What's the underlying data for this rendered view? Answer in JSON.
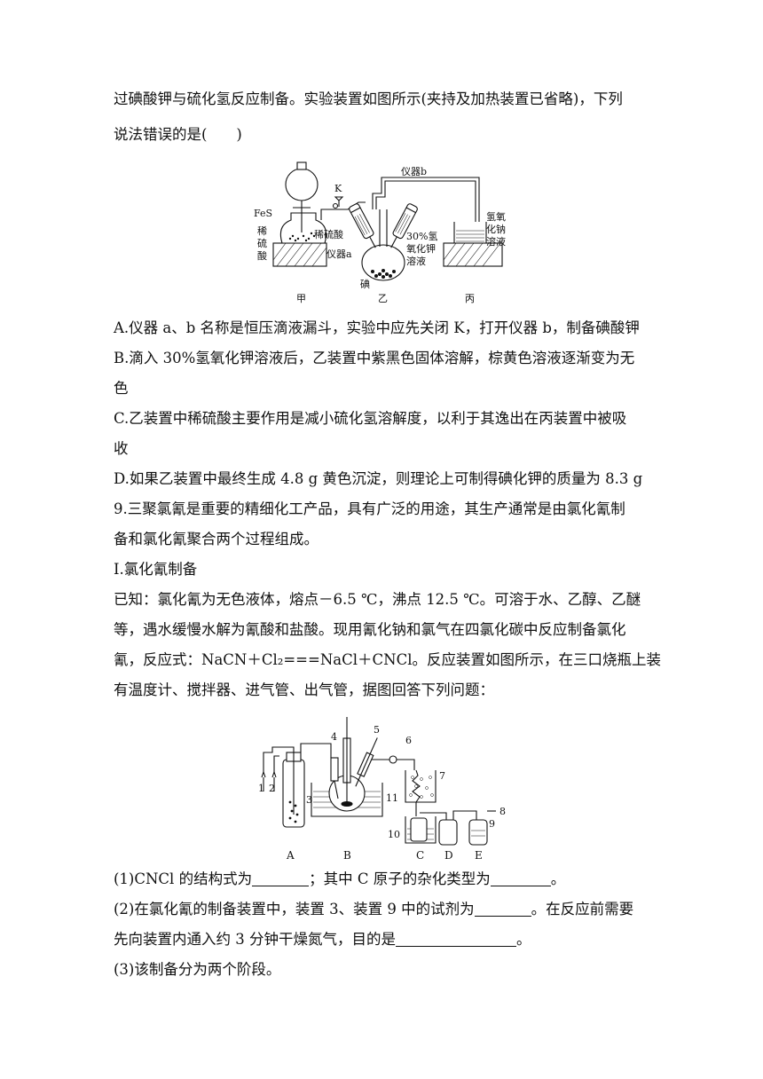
{
  "intro": {
    "line1": "过碘酸钾与硫化氢反应制备。实验装置如图所示(夹持及加热装置已省略)，下列",
    "line2": "说法错误的是(　　)"
  },
  "figure1": {
    "labels": {
      "fes": "FeS",
      "dilute_acid_left": [
        "稀",
        "硫",
        "酸"
      ],
      "k": "K",
      "instrument_b": "仪器b",
      "dilute_acid_mid": "稀硫酸",
      "instrument_a": "仪器a",
      "koh": [
        "30%氢",
        "氧化钾",
        "溶液"
      ],
      "iodine": "碘",
      "naoh": [
        "氢氧",
        "化钠",
        "溶液"
      ],
      "jia": "甲",
      "yi": "乙",
      "bing": "丙"
    }
  },
  "options": {
    "a": "A.仪器 a、b 名称是恒压滴液漏斗，实验中应先关闭 K，打开仪器 b，制备碘酸钾",
    "b1": "B.滴入 30%氢氧化钾溶液后，乙装置中紫黑色固体溶解，棕黄色溶液逐渐变为无",
    "b2": "色",
    "c1": "C.乙装置中稀硫酸主要作用是减小硫化氢溶解度，以利于其逸出在丙装置中被吸",
    "c2": "收",
    "d": "D.如果乙装置中最终生成 4.8 g 黄色沉淀，则理论上可制得碘化钾的质量为 8.3 g"
  },
  "q9": {
    "line1": "9.三聚氯氰是重要的精细化工产品，具有广泛的用途，其生产通常是由氯化氰制",
    "line2": "备和氯化氰聚合两个过程组成。",
    "section": "Ⅰ.氯化氰制备",
    "known1": "已知：氯化氰为无色液体，熔点－6.5 ℃，沸点 12.5 ℃。可溶于水、乙醇、乙醚",
    "known2": "等，遇水缓慢水解为氰酸和盐酸。现用氰化钠和氯气在四氯化碳中反应制备氯化",
    "known3": "氰，反应式：NaCN＋Cl₂===NaCl＋CNCl。反应装置如图所示，在三口烧瓶上装",
    "known4": "有温度计、搅拌器、进气管、出气管，据图回答下列问题：",
    "sub1a": "(1)CNCl 的结构式为",
    "sub1b": "；其中 C 原子的杂化类型为",
    "sub1c": "。",
    "sub2a": "(2)在氯化氰的制备装置中，装置 3、装置 9 中的试剂为",
    "sub2b": "。在反应前需要",
    "sub2c": "先向装置内通入约 3 分钟干燥氮气，目的是",
    "sub2d": "。",
    "sub3": "(3)该制备分为两个阶段。"
  },
  "figure2": {
    "numbers": [
      "1",
      "2",
      "3",
      "4",
      "5",
      "6",
      "7",
      "8",
      "9",
      "10",
      "11"
    ],
    "letters": [
      "A",
      "B",
      "C",
      "D",
      "E"
    ]
  }
}
